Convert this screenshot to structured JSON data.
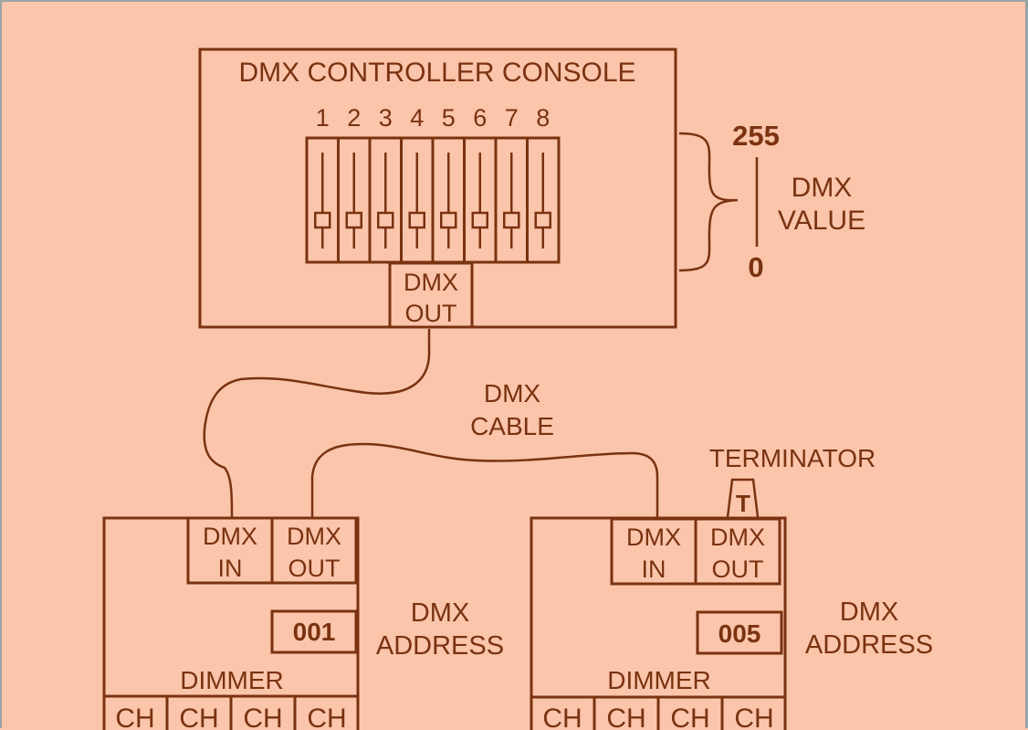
{
  "colors": {
    "background": "#fac5ab",
    "ink": "#7a3210",
    "frame": "#9aa3a8"
  },
  "console": {
    "title": "DMX CONTROLLER CONSOLE",
    "channels": [
      {
        "label": "1",
        "level": 0.2
      },
      {
        "label": "2",
        "level": 0.2
      },
      {
        "label": "3",
        "level": 0.2
      },
      {
        "label": "4",
        "level": 0.2
      },
      {
        "label": "5",
        "level": 0.2
      },
      {
        "label": "6",
        "level": 0.2
      },
      {
        "label": "7",
        "level": 0.2
      },
      {
        "label": "8",
        "level": 0.2
      }
    ],
    "out_port": {
      "line1": "DMX",
      "line2": "OUT"
    }
  },
  "value_scale": {
    "max": "255",
    "min": "0",
    "label_line1": "DMX",
    "label_line2": "VALUE"
  },
  "cable": {
    "label_line1": "DMX",
    "label_line2": "CABLE"
  },
  "terminator": {
    "label": "TERMINATOR",
    "glyph": "T"
  },
  "dimmers": [
    {
      "in_port": {
        "line1": "DMX",
        "line2": "IN"
      },
      "out_port": {
        "line1": "DMX",
        "line2": "OUT"
      },
      "address": "001",
      "address_label_line1": "DMX",
      "address_label_line2": "ADDRESS",
      "name": "DIMMER",
      "channels": [
        "CH",
        "CH",
        "CH",
        "CH"
      ]
    },
    {
      "in_port": {
        "line1": "DMX",
        "line2": "IN"
      },
      "out_port": {
        "line1": "DMX",
        "line2": "OUT"
      },
      "address": "005",
      "address_label_line1": "DMX",
      "address_label_line2": "ADDRESS",
      "name": "DIMMER",
      "channels": [
        "CH",
        "CH",
        "CH",
        "CH"
      ]
    }
  ]
}
